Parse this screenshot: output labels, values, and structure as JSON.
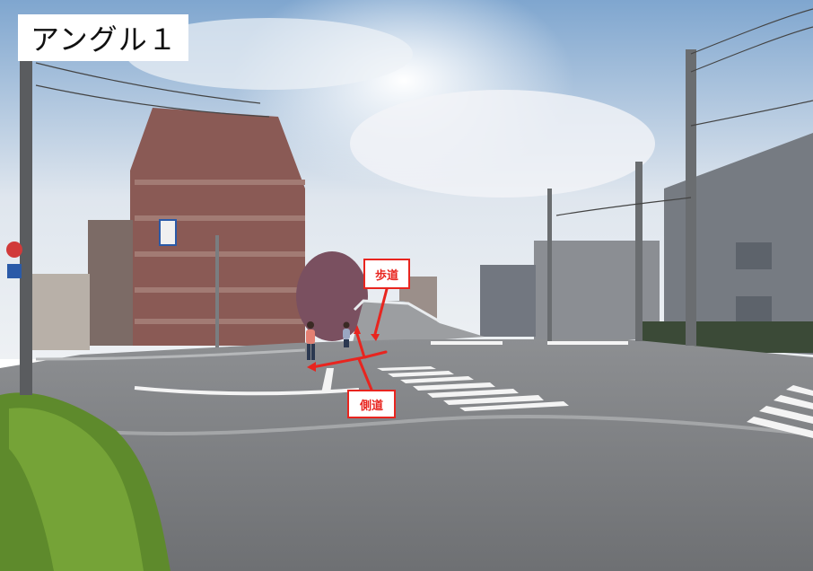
{
  "title": "アングル１",
  "callouts": {
    "sidewalk": "歩道",
    "sideroad": "側道"
  },
  "colors": {
    "annotation_red": "#e8251f",
    "sky": "#a9c3dd",
    "asphalt": "#7d7f82",
    "building_brick": "#8a5a55"
  }
}
